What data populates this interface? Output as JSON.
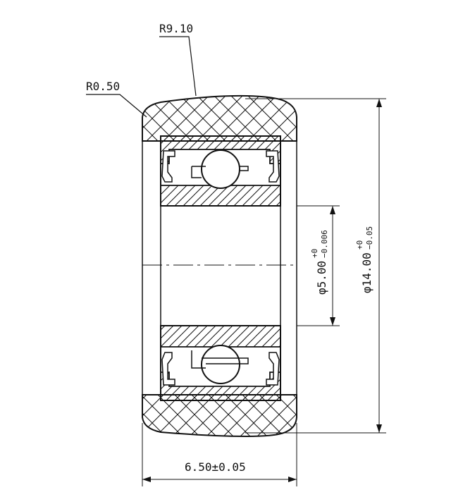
{
  "dimensions": {
    "top_radius": "R9.10",
    "edge_radius": "R0.50",
    "bore_symbol": "φ",
    "bore_value": "5.00",
    "bore_tol_upper": "+0",
    "bore_tol_lower": "−0.006",
    "outer_symbol": "φ",
    "outer_value": "14.00",
    "outer_tol_upper": "+0",
    "outer_tol_lower": "−0.05",
    "width": "6.50±0.05"
  },
  "colors": {
    "line": "#111111",
    "background": "#ffffff"
  }
}
